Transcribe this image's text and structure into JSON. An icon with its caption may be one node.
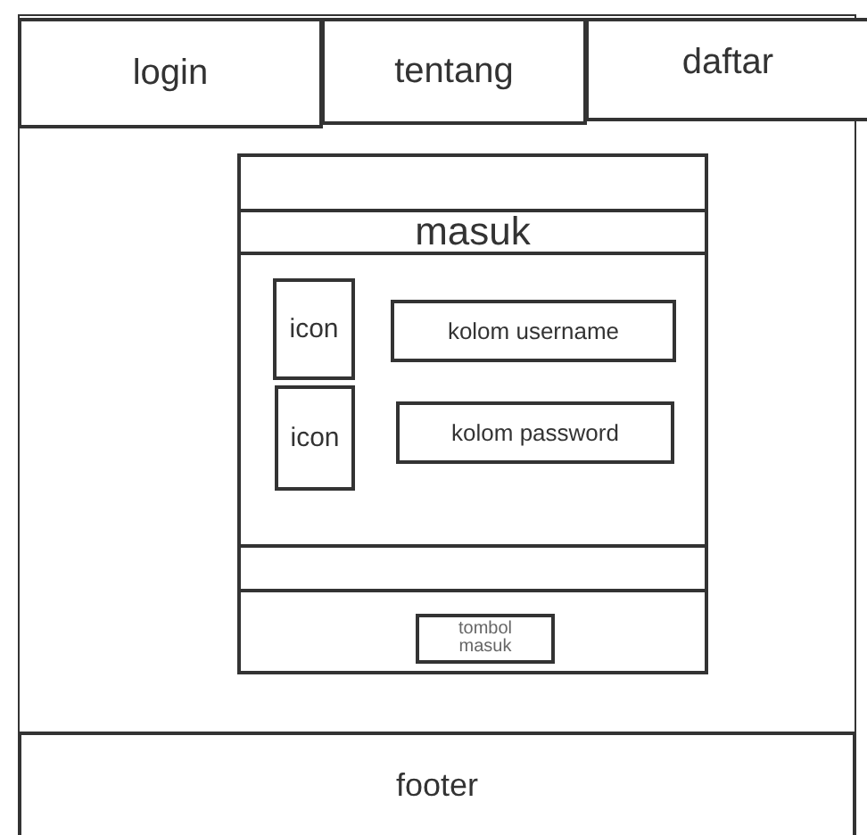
{
  "diagram": {
    "nodes": [
      {
        "text": [
          "login"
        ]
      },
      {
        "text": [
          "tentang"
        ]
      },
      {
        "text": [
          "daftar"
        ]
      },
      {
        "text": [],
        "shape": "box"
      },
      {
        "text": [
          "masuk"
        ],
        "in": 3
      },
      {
        "text": [
          "icon"
        ],
        "in": 3
      },
      {
        "text": [
          "kolom username"
        ],
        "in": 3
      },
      {
        "text": [
          "icon"
        ],
        "in": 3
      },
      {
        "text": [
          "kolom password"
        ],
        "in": 3
      },
      {
        "text": [
          "tombol masuk"
        ],
        "in": 3
      },
      {
        "text": [
          "footer"
        ]
      }
    ]
  }
}
